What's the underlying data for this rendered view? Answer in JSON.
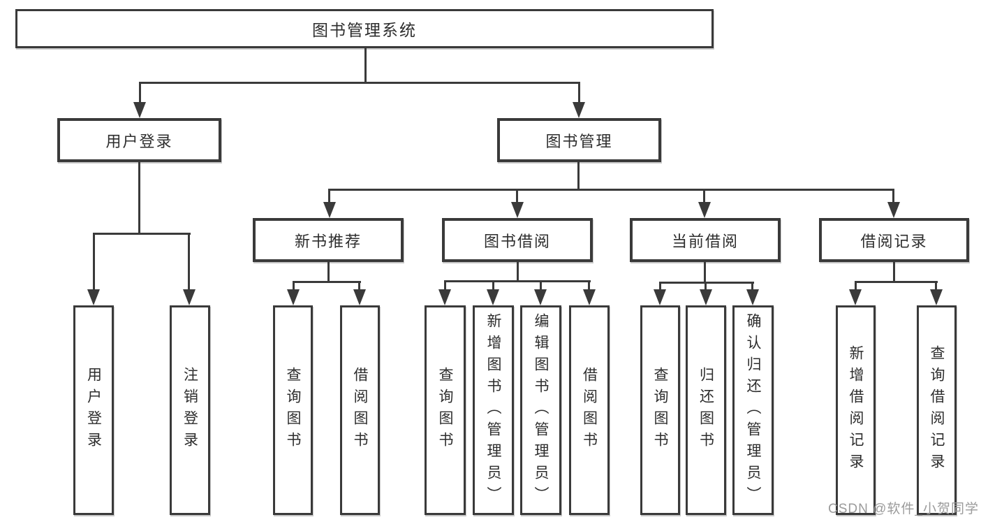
{
  "diagram": {
    "title": "图书管理系统",
    "root": {
      "label": "图书管理系统"
    },
    "level2": [
      {
        "label": "用户登录"
      },
      {
        "label": "图书管理"
      }
    ],
    "level3": [
      {
        "label": "新书推荐"
      },
      {
        "label": "图书借阅"
      },
      {
        "label": "当前借阅"
      },
      {
        "label": "借阅记录"
      }
    ],
    "leaves": [
      {
        "label": "用户登录",
        "parent": "用户登录"
      },
      {
        "label": "注销登录",
        "parent": "用户登录"
      },
      {
        "label": "查询图书",
        "parent": "新书推荐"
      },
      {
        "label": "借阅图书",
        "parent": "新书推荐"
      },
      {
        "label": "查询图书",
        "parent": "图书借阅"
      },
      {
        "label": "新增图书（管理员）",
        "parent": "图书借阅"
      },
      {
        "label": "编辑图书（管理员）",
        "parent": "图书借阅"
      },
      {
        "label": "借阅图书",
        "parent": "图书借阅"
      },
      {
        "label": "查询图书",
        "parent": "当前借阅"
      },
      {
        "label": "归还图书",
        "parent": "当前借阅"
      },
      {
        "label": "确认归还（管理员）",
        "parent": "当前借阅"
      },
      {
        "label": "新增借阅记录",
        "parent": "借阅记录"
      },
      {
        "label": "查询借阅记录",
        "parent": "借阅记录"
      }
    ]
  },
  "watermark": {
    "text": "CSDN @软件_小贺同学"
  },
  "colors": {
    "line": "#3a3a3a",
    "text": "#2d2d2d",
    "background": "#ffffff",
    "watermark": "#9b9b9b"
  }
}
